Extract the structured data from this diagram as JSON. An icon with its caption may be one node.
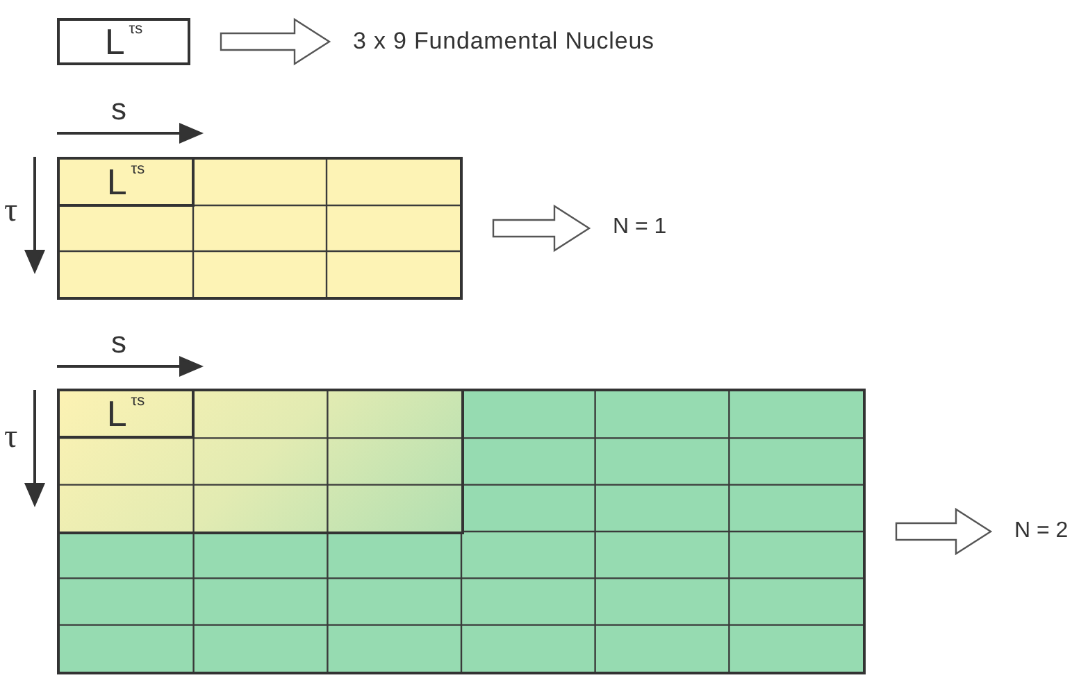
{
  "diagram": {
    "nodes": [
      {
        "text": [
          "L$^{τs}$"
        ]
      },
      {
        "text": [
          "3 x 9 Fundamental Nucleus"
        ]
      },
      {
        "text": [],
        "shape": "grid"
      },
      {
        "text": [
          "L$^{τs}$"
        ],
        "in": 2
      },
      {
        "text": [
          "N = 1"
        ]
      },
      {
        "text": [],
        "shape": "grid"
      },
      {
        "text": [],
        "shape": "grid",
        "in": 5
      },
      {
        "text": [
          "L$^{τs}$"
        ],
        "in": 6
      },
      {
        "text": [
          "N = 2"
        ]
      }
    ],
    "edges": [
      {
        "from": 0,
        "to": 1,
        "arrow": "to"
      },
      {
        "from": 2,
        "to": 4,
        "arrow": "to"
      },
      {
        "from": 5,
        "to": 8,
        "arrow": "to"
      }
    ],
    "labels": [
      "s",
      "τ",
      "s",
      "τ"
    ]
  }
}
